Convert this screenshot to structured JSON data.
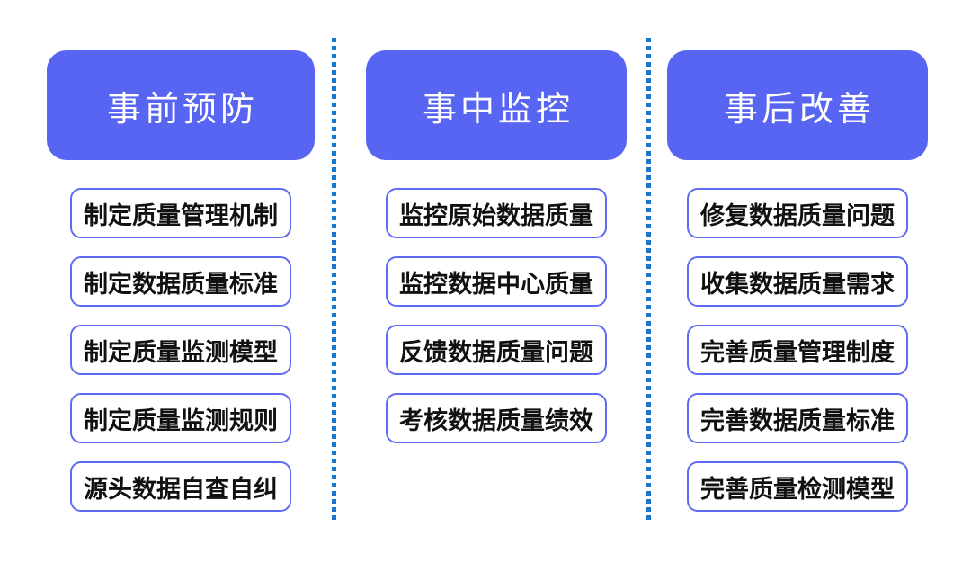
{
  "diagram": {
    "columns": [
      {
        "header": "事前预防",
        "items": [
          "制定质量管理机制",
          "制定数据质量标准",
          "制定质量监测模型",
          "制定质量监测规则",
          "源头数据自查自纠"
        ]
      },
      {
        "header": "事中监控",
        "items": [
          "监控原始数据质量",
          "监控数据中心质量",
          "反馈数据质量问题",
          "考核数据质量绩效"
        ]
      },
      {
        "header": "事后改善",
        "items": [
          "修复数据质量问题",
          "收集数据质量需求",
          "完善质量管理制度",
          "完善数据质量标准",
          "完善质量检测模型"
        ]
      }
    ],
    "colors": {
      "background": "#FFFFFF",
      "header_bg": "#5865F2",
      "header_text": "#FFFFFF",
      "item_border": "#5E6BF2",
      "item_text": "#111111",
      "divider_dot": "#1677CB"
    }
  }
}
